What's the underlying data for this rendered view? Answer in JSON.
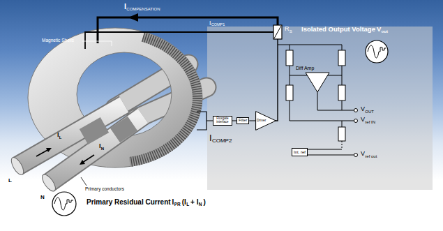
{
  "diagram": {
    "nodes": [
      {
        "text": [
          "Fluxgate interface"
        ]
      },
      {
        "text": [
          "Filter"
        ]
      },
      {
        "text": [
          "Driver"
        ]
      },
      {
        "text": [
          "Int. ref"
        ]
      }
    ],
    "edges": [
      {
        "from": 0,
        "to": 1,
        "arrow": "none"
      },
      {
        "from": 1,
        "to": 2,
        "arrow": "none"
      }
    ],
    "labels": [
      "I",
      "COMPENSATION",
      "I",
      "COMP1",
      "R",
      "S",
      "Isolated Output Voltage",
      "V",
      "out",
      "Magnetic Shells",
      "Diff Amp",
      "V",
      "OUT",
      "V",
      "ref IN",
      "V",
      "ref out",
      "I",
      "COMP2",
      "I",
      "L",
      "I",
      "N",
      "L",
      "N",
      "Primary conductors",
      "Primary Residual Current",
      "I",
      "PR",
      "(I",
      "L",
      "+ I",
      "N",
      ")"
    ]
  }
}
